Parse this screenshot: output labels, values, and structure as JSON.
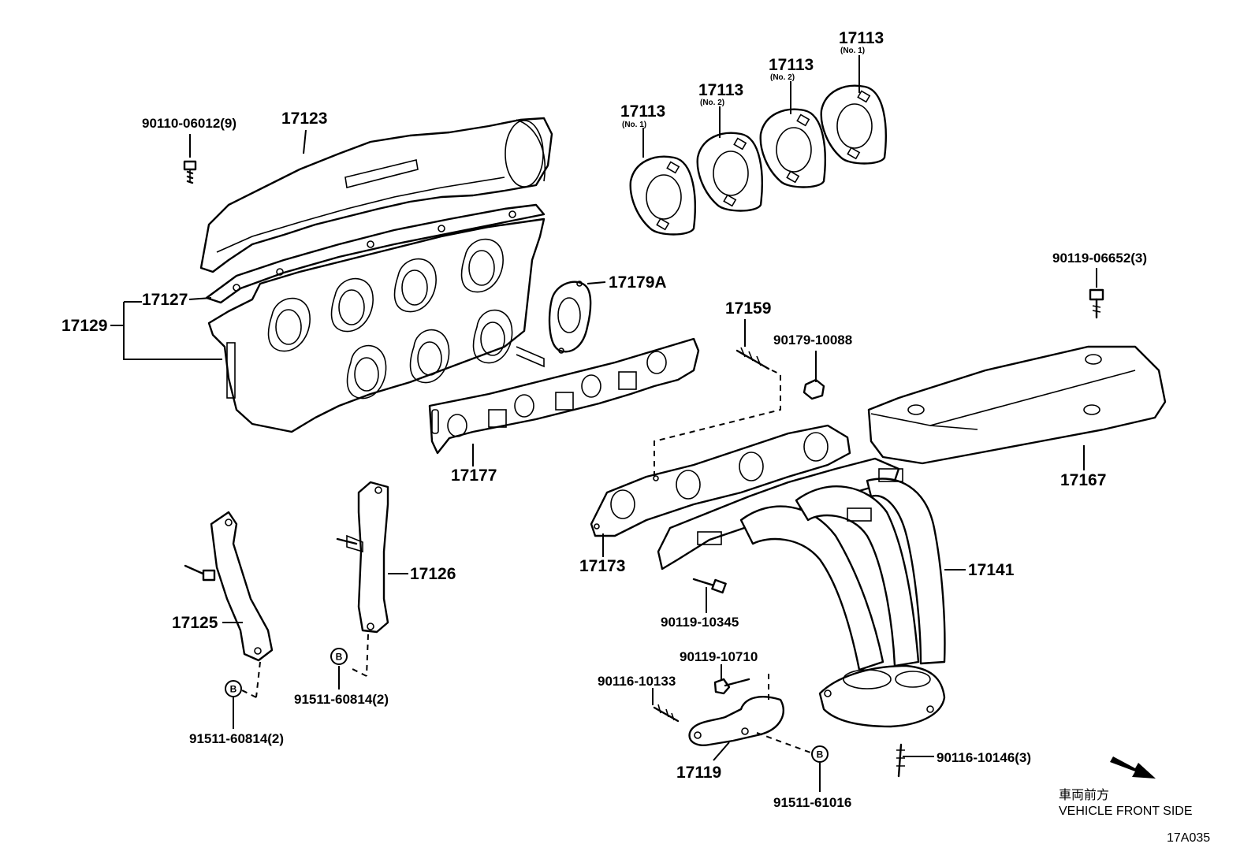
{
  "labels": {
    "p90110_06012": "90110-06012(9)",
    "p17123": "17123",
    "p17113_a": "17113",
    "p17113_a_sub": "(No. 1)",
    "p17113_b": "17113",
    "p17113_b_sub": "(No. 2)",
    "p17113_c": "17113",
    "p17113_c_sub": "(No. 2)",
    "p17113_d": "17113",
    "p17113_d_sub": "(No. 1)",
    "p90119_06652": "90119-06652(3)",
    "p17127": "17127",
    "p17129": "17129",
    "p17179A": "17179A",
    "p17159": "17159",
    "p90179_10088": "90179-10088",
    "p17177": "17177",
    "p17167": "17167",
    "p17126": "17126",
    "p17173": "17173",
    "p17141": "17141",
    "p17125": "17125",
    "p90119_10345": "90119-10345",
    "p90119_10710": "90119-10710",
    "p90116_10133": "90116-10133",
    "p91511_60814_a": "91511-60814(2)",
    "p91511_60814_b": "91511-60814(2)",
    "p17119": "17119",
    "p91511_61016": "91511-61016",
    "p90116_10146": "90116-10146(3)",
    "front_jp": "車両前方",
    "front_en": "VEHICLE FRONT SIDE",
    "figure_code": "17A035",
    "badge_letter": "B"
  }
}
